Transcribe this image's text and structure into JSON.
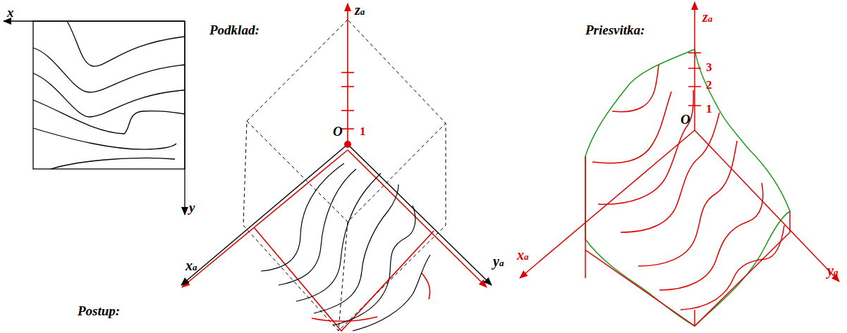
{
  "diagram": {
    "labels": [
      "x",
      "y",
      "Podklad:",
      "za",
      "O",
      "1",
      "xa",
      "ya",
      "Priesvitka:",
      "za",
      "3",
      "2",
      "1",
      "O",
      "xa",
      "ya",
      "Postup:"
    ]
  }
}
